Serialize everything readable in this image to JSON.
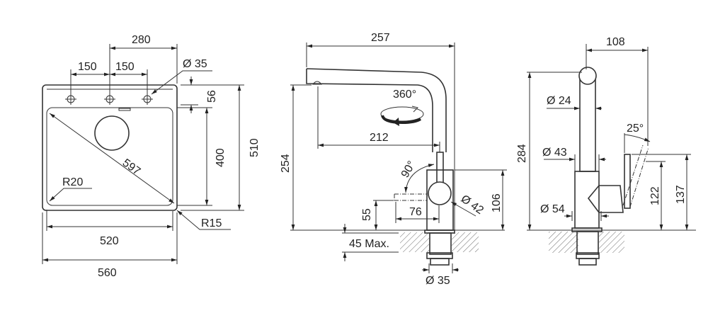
{
  "sink_top_view": {
    "width_280": "280",
    "hole_spacing_left": "150",
    "hole_spacing_right": "150",
    "hole_diameter": "Ø 35",
    "dim_56": "56",
    "dim_400": "400",
    "dim_510": "510",
    "diagonal_597": "597",
    "radius_inner": "R20",
    "radius_outer": "R15",
    "dim_520": "520",
    "dim_560": "560"
  },
  "faucet_side_view": {
    "dim_257": "257",
    "rotation": "360°",
    "dim_212": "212",
    "dim_254": "254",
    "lever_angle": "90°",
    "dim_106": "106",
    "knob_diameter": "Ø 42",
    "dim_55": "55",
    "dim_76": "76",
    "counter_thickness": "45 Max.",
    "shank_diameter": "Ø 35"
  },
  "faucet_front_view": {
    "dim_108": "108",
    "dim_284": "284",
    "spout_diameter": "Ø 24",
    "tube_diameter": "Ø 43",
    "lever_angle": "25°",
    "dim_122": "122",
    "dim_137": "137",
    "base_diameter": "Ø 54"
  }
}
